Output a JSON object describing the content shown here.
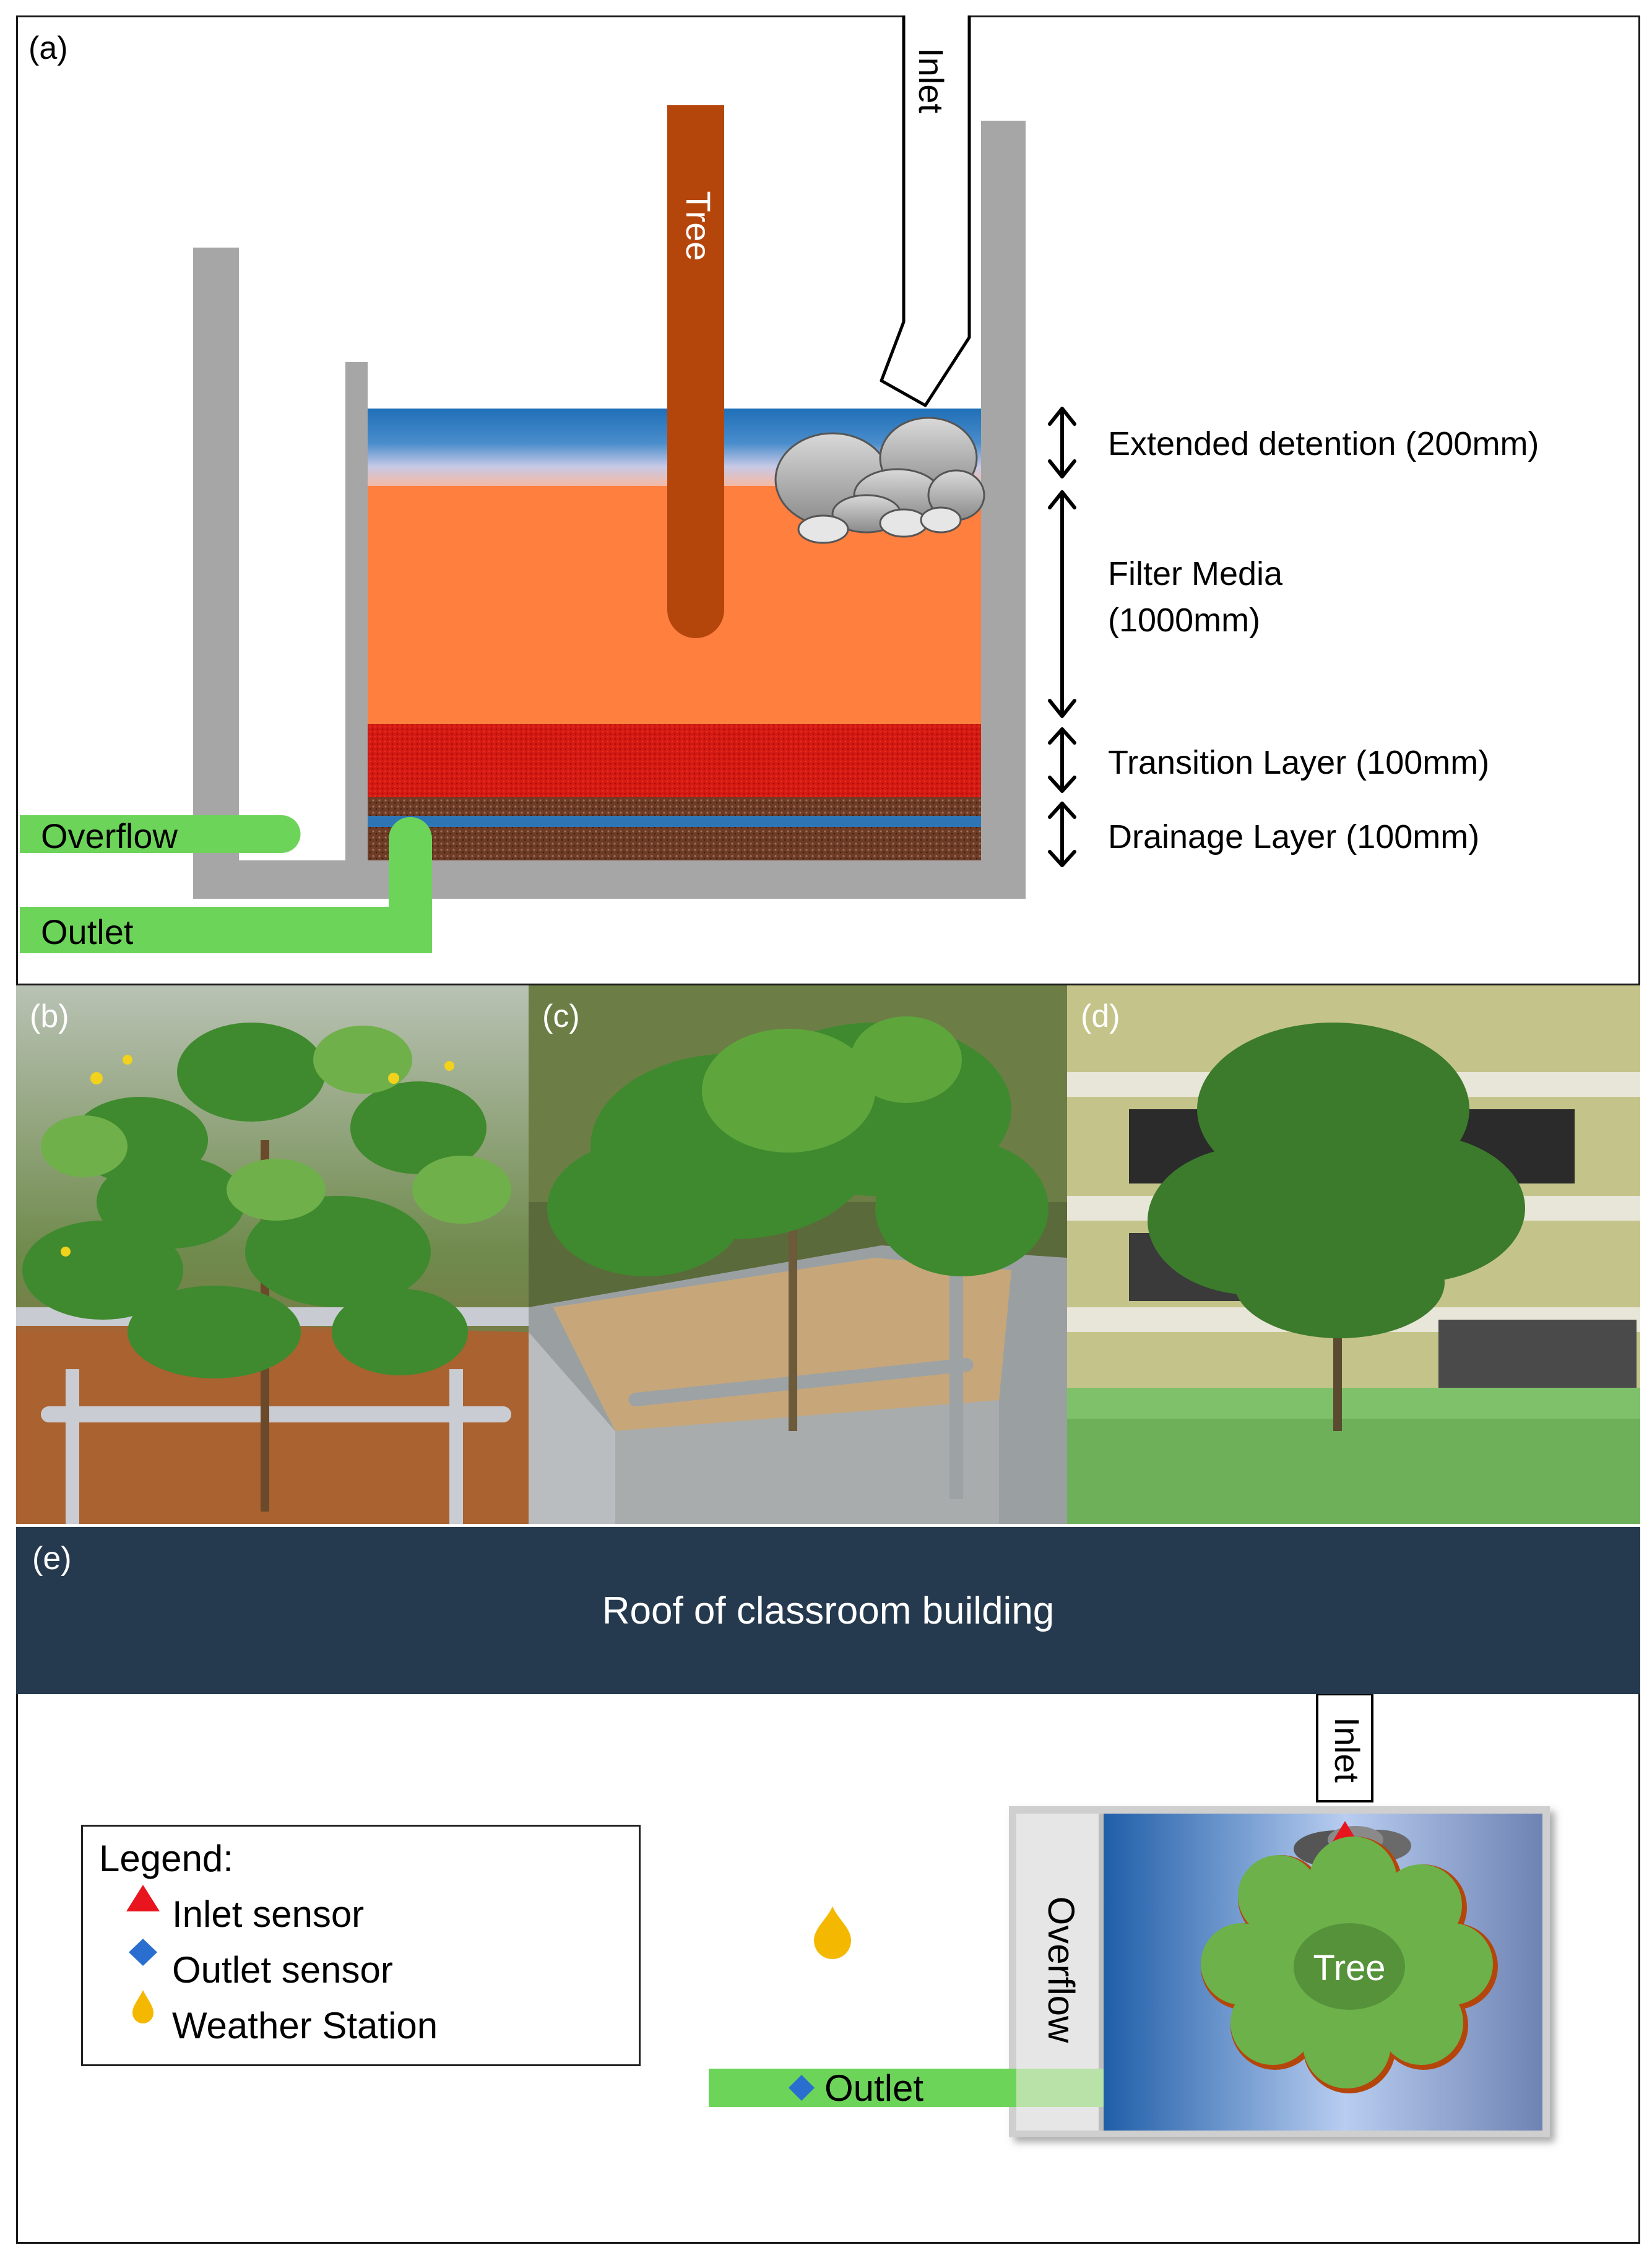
{
  "panel_a": {
    "label": "(a)",
    "inlet": "Inlet",
    "tree": "Tree",
    "overflow": "Overflow",
    "outlet": "Outlet",
    "layers": {
      "extended_detention": "Extended detention (200mm)",
      "filter_media_line1": "Filter Media",
      "filter_media_line2": "(1000mm)",
      "transition": "Transition Layer (100mm)",
      "drainage": "Drainage Layer (100mm)"
    }
  },
  "photos": {
    "b": "(b)",
    "c": "(c)",
    "d": "(d)"
  },
  "panel_e": {
    "label": "(e)",
    "roof": "Roof of classroom building",
    "inlet": "Inlet",
    "overflow": "Overflow",
    "outlet": "Outlet",
    "tree": "Tree",
    "legend": {
      "title": "Legend:",
      "items": [
        "Inlet sensor",
        "Outlet sensor",
        "Weather Station"
      ]
    }
  },
  "colors": {
    "wall_grey": "#a6a6a6",
    "water_blue": "#2e75b6",
    "filter_orange": "#ff7f3f",
    "transition_red": "#cc1111",
    "drainage_brown": "#6b3a26",
    "pipe_green": "#6dd45a",
    "tree_brown": "#b4460c",
    "roof_navy": "#263a4f",
    "inlet_sensor": "#e8141e",
    "outlet_sensor": "#2a6fd0",
    "weather_station": "#f5b800"
  }
}
